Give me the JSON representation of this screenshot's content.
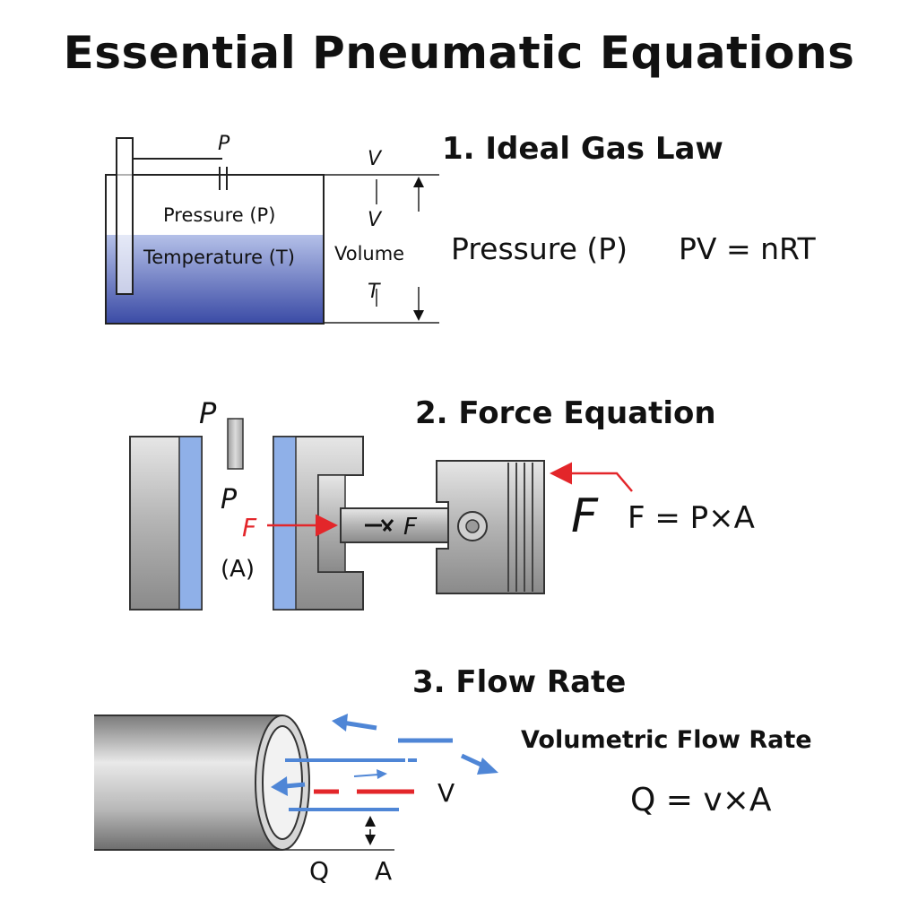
{
  "title": "Essential Pneumatic Equations",
  "sections": [
    {
      "heading": "1. Ideal Gas Law",
      "tank_label_pressure": "Pressure (P)",
      "tank_label_temperature": "Temperature (T)",
      "label_p_top": "P",
      "label_v_top": "V",
      "label_v_mid": "V",
      "label_volume": "Volume",
      "label_t": "T",
      "side_text": "Pressure (P)",
      "equation": "PV = nRT"
    },
    {
      "heading": "2. Force Equation",
      "label_p_top": "P",
      "label_p_mid": "P",
      "label_f_red": "F",
      "label_a": "(A)",
      "rod_label": "F",
      "big_f": "F",
      "equation": "F = P×A"
    },
    {
      "heading": "3. Flow Rate",
      "subheading": "Volumetric Flow Rate",
      "label_v": "V",
      "label_q": "Q",
      "label_a": "A",
      "equation": "Q = v×A"
    }
  ],
  "colors": {
    "liquid_top": "#aab7e3",
    "liquid_bottom": "#3f4fa8",
    "blue_band": "#8fb0e8",
    "arrow_red": "#e3262a",
    "arrow_blue": "#4f86d6",
    "metal": "#a9a9a9"
  }
}
